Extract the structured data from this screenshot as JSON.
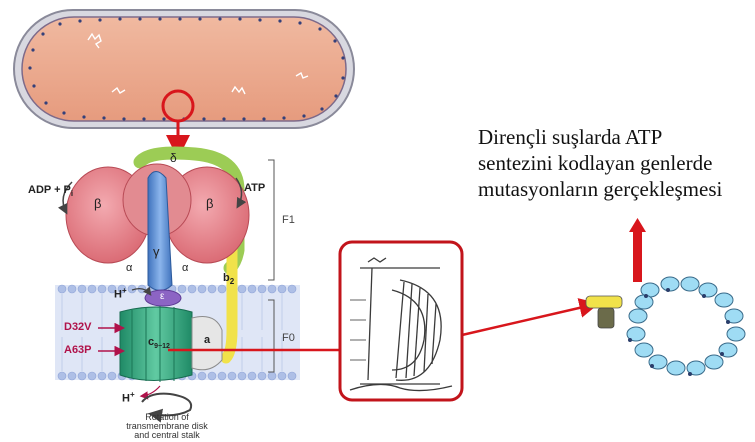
{
  "labels": {
    "adp_pi": "ADP + P",
    "adp_pi_sub": "i",
    "atp": "ATP",
    "beta_left": "β",
    "beta_right": "β",
    "delta": "δ",
    "gamma": "γ",
    "alpha_left": "α",
    "alpha_right": "α",
    "epsilon": "ε",
    "b2": "b",
    "b2_sub": "2",
    "a": "a",
    "c_ring": "c",
    "c_ring_sub": "9−12",
    "h_plus_top": "H",
    "h_plus_bottom": "H",
    "plus": "+",
    "f1": "F1",
    "f0": "F0",
    "mutation_1": "D32V",
    "mutation_2": "A63P",
    "rotation_caption": [
      "Rotation of",
      "transmembrane disk",
      "and central stalk"
    ]
  },
  "annotation": {
    "lines": [
      "Dirençli suşlarda ATP",
      "sentezini kodlayan genlerde",
      "mutasyonların gerçekleşmesi"
    ]
  },
  "colors": {
    "highlight_red": "#d8161c",
    "cell_fill": "#e9a98f",
    "membrane_blue": "#b9c8ec",
    "beta_pink": "#e47f86",
    "gamma_blue": "#5e8fd1",
    "c_ring_green": "#3aa882",
    "delta_green": "#9ccc55",
    "b2_yellow": "#f1e24a",
    "mutation_text": "#b0124a"
  },
  "icons": [
    "cell-icon",
    "atp-synthase-icon",
    "water-wheel-icon",
    "c-ring-icon",
    "up-arrow-icon"
  ]
}
